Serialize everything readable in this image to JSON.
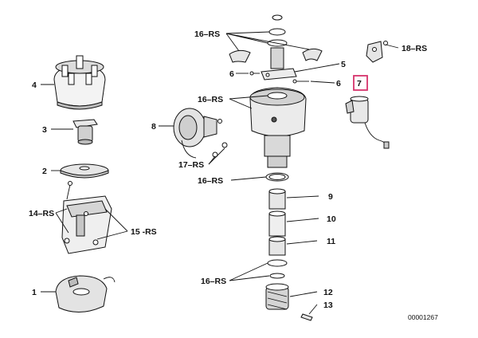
{
  "diagram": {
    "labels": {
      "l1": "1",
      "l2": "2",
      "l3": "3",
      "l4": "4",
      "l5": "5",
      "l6a": "6",
      "l6b": "6",
      "l7": "7",
      "l8": "8",
      "l9": "9",
      "l10": "10",
      "l11": "11",
      "l12": "12",
      "l13": "13",
      "l14": "14–RS",
      "l15": "15 -RS",
      "l16a": "16–RS",
      "l16b": "16–RS",
      "l16c": "16–RS",
      "l16d": "16–RS",
      "l17": "17–RS",
      "l18": "18–RS"
    },
    "drawing_code": "00001267",
    "highlight_color": "#d6336c",
    "line_color": "#111111"
  }
}
